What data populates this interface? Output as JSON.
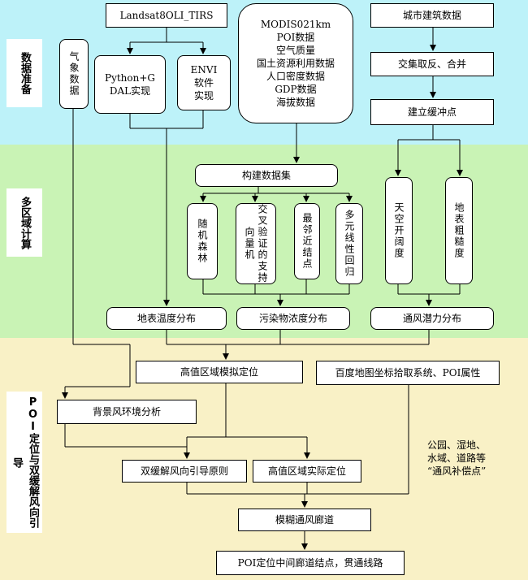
{
  "sections": {
    "data_prep": "数据准备",
    "multi_region": "多区域计算",
    "poi": "POI定位与双缓解风向引导"
  },
  "nodes": {
    "landsat": "Landsat8OLI_TIRS",
    "python": "Python+G\nDAL实现",
    "envi": "ENVI\n软件\n实现",
    "weather": "气象数据",
    "modis": "MODIS021km\nPOI数据\n空气质量\n国土资源利用数据\n人口密度数据\nGDP数据\n海拔数据",
    "urban_bldg": "城市建筑数据",
    "intersect": "交集取反、合并",
    "buffer": "建立缓冲点",
    "build_dataset": "构建数据集",
    "rf": "随机森林",
    "svm": "交叉验证的支持向量机",
    "knn": "最邻近结点",
    "mlr": "多元线性回归",
    "sky_openness": "天空开阔度",
    "roughness": "地表粗糙度",
    "lst": "地表温度分布",
    "pollutant": "污染物浓度分布",
    "vent_potential": "通风潜力分布",
    "high_sim": "高值区域模拟定位",
    "baidu": "百度地图坐标拾取系统、POI属性",
    "bg_wind": "背景风环境分析",
    "dual_guide": "双缓解风向引导原则",
    "high_actual": "高值区域实际定位",
    "fuzzy_corridor": "模糊通风廊道",
    "poi_final": "POI定位中间廊道结点，贯通线路"
  },
  "annotation": "公园、湿地、\n水域、道路等\n“通风补偿点”"
}
